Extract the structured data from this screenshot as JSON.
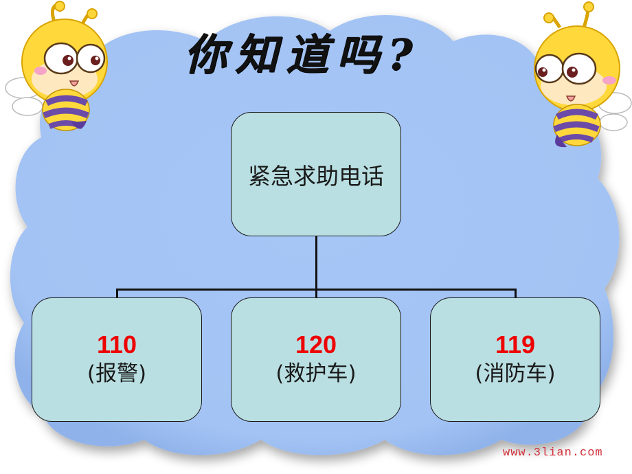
{
  "title": "你知道吗?",
  "diagram": {
    "root": {
      "label": "紧急求助电话"
    },
    "children": [
      {
        "number": "110",
        "description": "(报警)"
      },
      {
        "number": "120",
        "description": "(救护车)"
      },
      {
        "number": "119",
        "description": "(消防车)"
      }
    ]
  },
  "colors": {
    "cloud": "#a9c8f5",
    "box_fill": "#b9dfe2",
    "number": "#ee0000",
    "watermark": "#d0303a"
  },
  "decorations": {
    "left_mascot": "bee-mascot",
    "right_mascot": "bee-mascot"
  },
  "watermark": "www.3lian.com"
}
